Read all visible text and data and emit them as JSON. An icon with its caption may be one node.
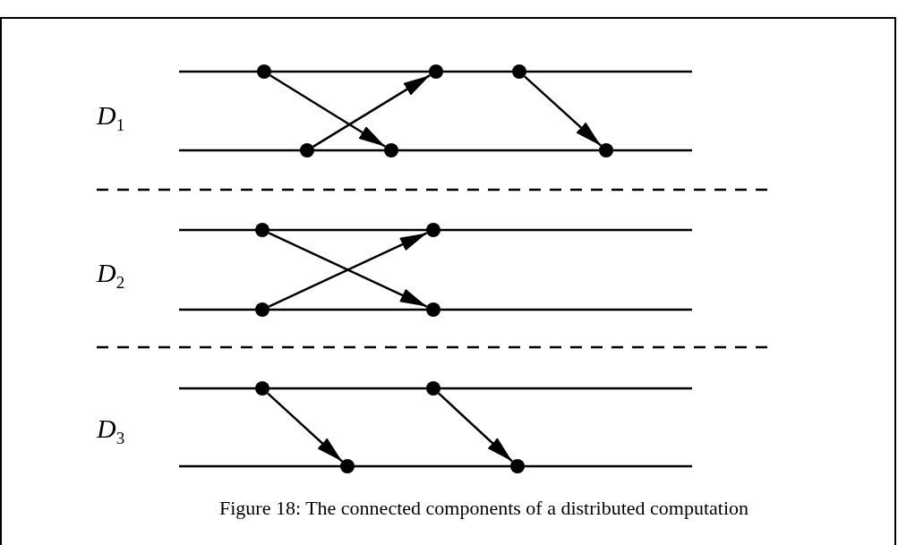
{
  "diagram": {
    "caption": "Figure 18: The connected components of a distributed computation",
    "nodes": [
      {
        "text": [],
        "shape": "circle"
      },
      {
        "text": [],
        "shape": "circle"
      },
      {
        "text": [],
        "shape": "circle"
      },
      {
        "text": [],
        "shape": "circle"
      },
      {
        "text": [],
        "shape": "circle"
      },
      {
        "text": [],
        "shape": "circle"
      },
      {
        "text": [],
        "shape": "circle"
      },
      {
        "text": [],
        "shape": "circle"
      },
      {
        "text": [],
        "shape": "circle"
      },
      {
        "text": [],
        "shape": "circle"
      },
      {
        "text": [],
        "shape": "circle"
      },
      {
        "text": [],
        "shape": "circle"
      },
      {
        "text": [],
        "shape": "circle"
      },
      {
        "text": [],
        "shape": "circle"
      }
    ],
    "edges": [
      {
        "from": 0,
        "to": 4,
        "arrow": "to"
      },
      {
        "from": 3,
        "to": 1,
        "arrow": "to"
      },
      {
        "from": 2,
        "to": 5,
        "arrow": "to"
      },
      {
        "from": 6,
        "to": 9,
        "arrow": "to"
      },
      {
        "from": 8,
        "to": 7,
        "arrow": "to"
      },
      {
        "from": 10,
        "to": 12,
        "arrow": "to"
      },
      {
        "from": 11,
        "to": 13,
        "arrow": "to"
      }
    ],
    "labels": [
      "*D*$_{1}$",
      "*D*$_{2}$",
      "*D*$_{3}$"
    ]
  }
}
